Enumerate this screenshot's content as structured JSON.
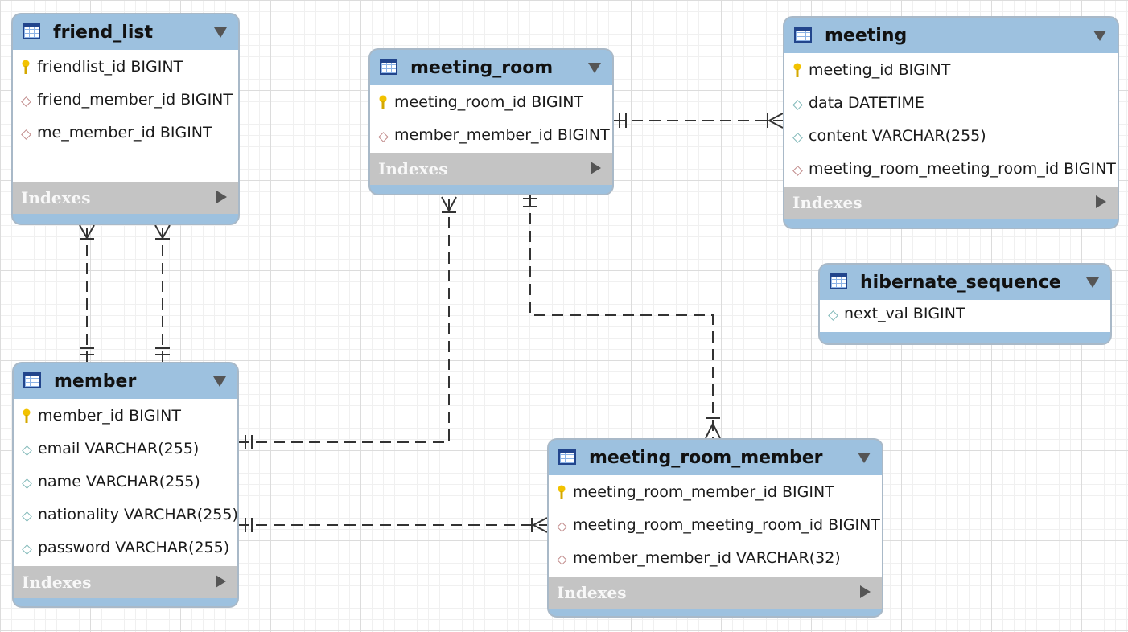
{
  "tables": [
    {
      "name": "friend_list",
      "columns": [
        {
          "label": "friendlist_id BIGINT",
          "icon": "primary-key-icon"
        },
        {
          "label": "friend_member_id BIGINT",
          "icon": "foreign-key-diamond-icon"
        },
        {
          "label": "me_member_id BIGINT",
          "icon": "foreign-key-diamond-icon"
        }
      ],
      "indexes_label": "Indexes"
    },
    {
      "name": "meeting_room",
      "columns": [
        {
          "label": "meeting_room_id BIGINT",
          "icon": "primary-key-icon"
        },
        {
          "label": "member_member_id BIGINT",
          "icon": "foreign-key-diamond-icon"
        }
      ],
      "indexes_label": "Indexes"
    },
    {
      "name": "meeting",
      "columns": [
        {
          "label": "meeting_id BIGINT",
          "icon": "primary-key-icon"
        },
        {
          "label": "data DATETIME",
          "icon": "column-diamond-icon"
        },
        {
          "label": "content VARCHAR(255)",
          "icon": "column-diamond-icon"
        },
        {
          "label": "meeting_room_meeting_room_id BIGINT",
          "icon": "foreign-key-diamond-icon"
        }
      ],
      "indexes_label": "Indexes"
    },
    {
      "name": "hibernate_sequence",
      "columns": [
        {
          "label": "next_val BIGINT",
          "icon": "column-diamond-icon"
        }
      ]
    },
    {
      "name": "member",
      "columns": [
        {
          "label": "member_id BIGINT",
          "icon": "primary-key-icon"
        },
        {
          "label": "email VARCHAR(255)",
          "icon": "column-diamond-icon"
        },
        {
          "label": "name VARCHAR(255)",
          "icon": "column-diamond-icon"
        },
        {
          "label": "nationality VARCHAR(255)",
          "icon": "column-diamond-icon"
        },
        {
          "label": "password VARCHAR(255)",
          "icon": "column-diamond-icon"
        }
      ],
      "indexes_label": "Indexes"
    },
    {
      "name": "meeting_room_member",
      "columns": [
        {
          "label": "meeting_room_member_id BIGINT",
          "icon": "primary-key-icon"
        },
        {
          "label": "meeting_room_meeting_room_id BIGINT",
          "icon": "foreign-key-diamond-icon"
        },
        {
          "label": "member_member_id VARCHAR(32)",
          "icon": "foreign-key-diamond-icon"
        }
      ],
      "indexes_label": "Indexes"
    }
  ],
  "relationships": [
    {
      "from": "member",
      "to": "friend_list",
      "from_end": "one",
      "to_end": "many"
    },
    {
      "from": "member",
      "to": "friend_list",
      "from_end": "one",
      "to_end": "many"
    },
    {
      "from": "member",
      "to": "meeting_room",
      "from_end": "one",
      "to_end": "many"
    },
    {
      "from": "meeting_room",
      "to": "meeting",
      "from_end": "one",
      "to_end": "many"
    },
    {
      "from": "meeting_room",
      "to": "meeting_room_member",
      "from_end": "one",
      "to_end": "many"
    },
    {
      "from": "member",
      "to": "meeting_room_member",
      "from_end": "one",
      "to_end": "many"
    }
  ],
  "colors": {
    "header": "#9dc1df",
    "indexes_bar": "#c4c4c4",
    "key": "#f2c200",
    "column_diamond": "#7fb8b8",
    "fk_diamond": "#c08a8a",
    "line": "#333333"
  }
}
